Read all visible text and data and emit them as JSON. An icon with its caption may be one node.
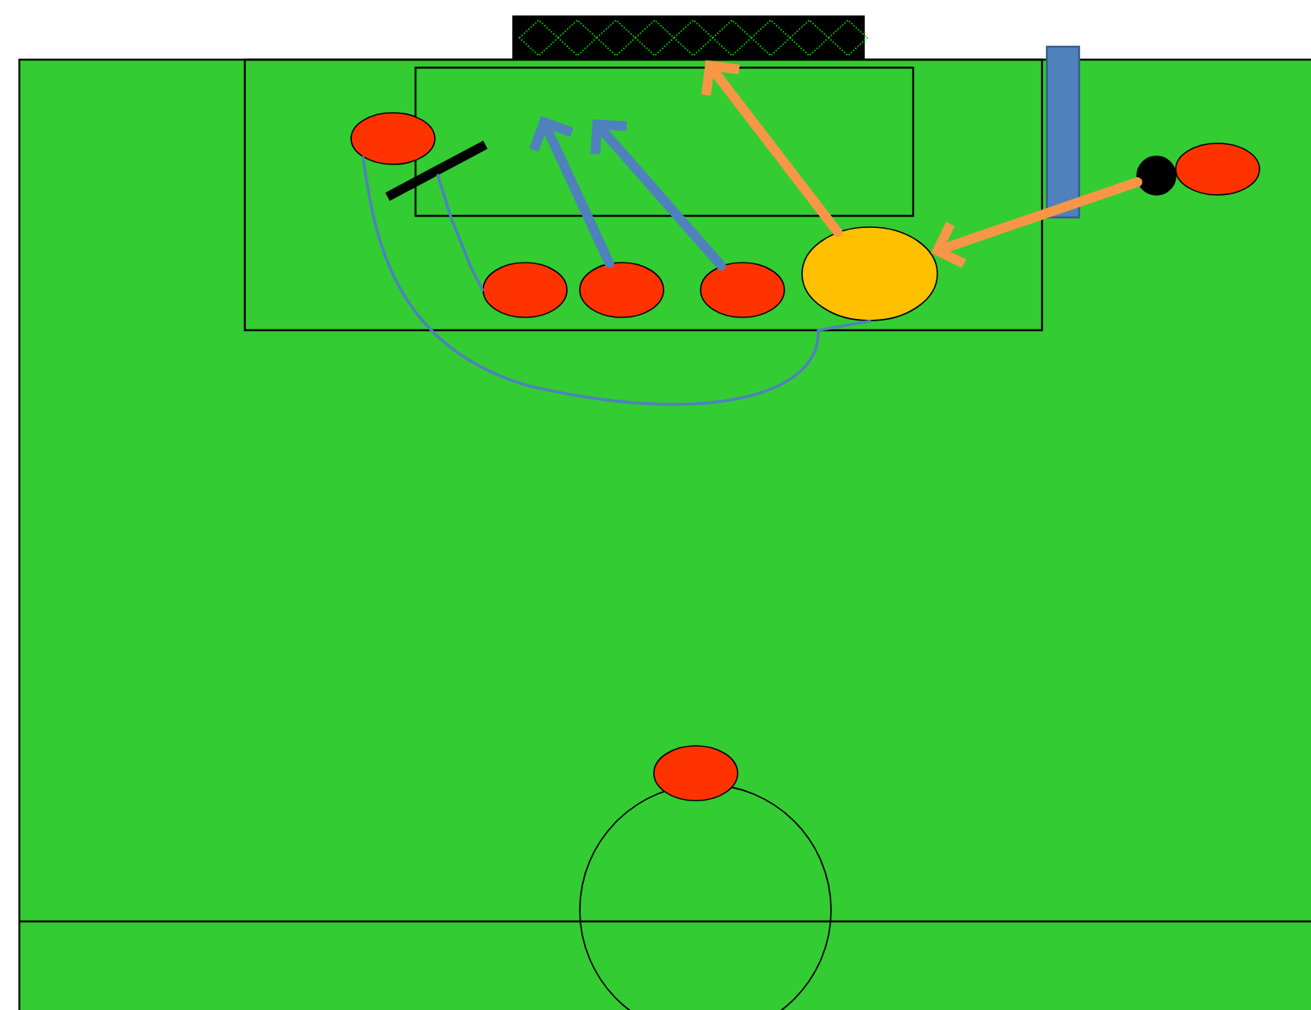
{
  "diagram": {
    "nodes": [
      {
        "text": [],
        "shape": "box"
      },
      {
        "text": [],
        "shape": "ellipse"
      },
      {
        "text": [],
        "shape": "ellipse"
      },
      {
        "text": [],
        "shape": "ellipse"
      },
      {
        "text": [],
        "shape": "ellipse"
      },
      {
        "text": [],
        "shape": "ellipse"
      },
      {
        "text": [],
        "shape": "circle"
      },
      {
        "text": [],
        "shape": "ellipse"
      },
      {
        "text": [],
        "shape": "ellipse"
      },
      {
        "text": [],
        "shape": "bar"
      }
    ],
    "edges": [
      {
        "from": 2,
        "to": 9,
        "arrow": "none"
      },
      {
        "from": 1,
        "to": 5,
        "arrow": "none"
      },
      {
        "from": 3,
        "to": null,
        "arrow": "to"
      },
      {
        "from": 4,
        "to": null,
        "arrow": "to"
      },
      {
        "from": 5,
        "to": 0,
        "arrow": "to",
        "color": "#f79646"
      },
      {
        "from": 6,
        "to": 5,
        "arrow": "to",
        "color": "#f79646"
      }
    ]
  }
}
